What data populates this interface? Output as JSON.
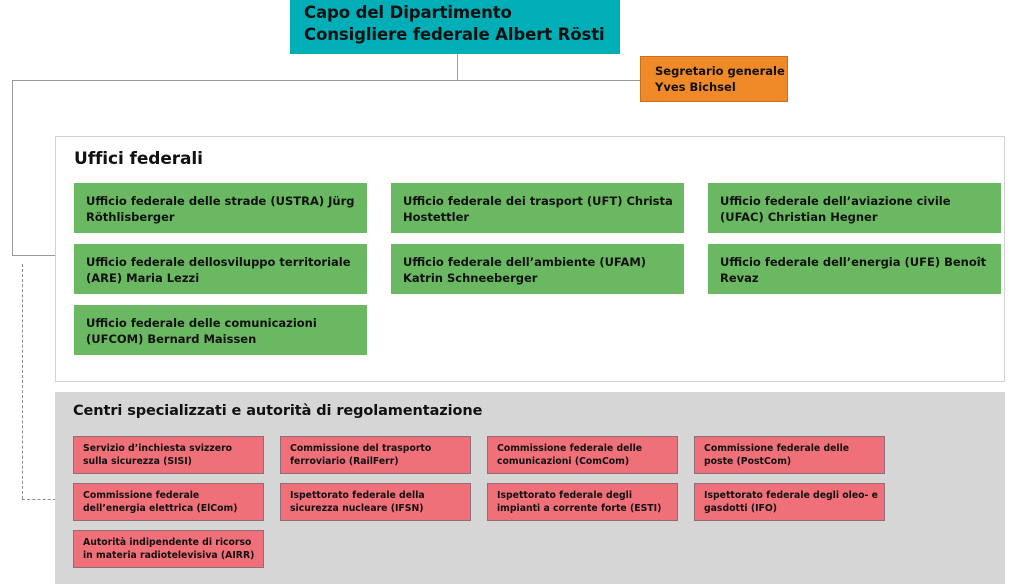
{
  "head": {
    "title": "Capo del Dipartimento Consigliere federale Albert Rösti",
    "color": "#00aeb8"
  },
  "secretary": {
    "title": "Segretario generale Yves Bichsel",
    "color": "#f08a28"
  },
  "offices_panel": {
    "title": "Uffici federali",
    "box_color": "#6ab962",
    "items": [
      {
        "label": "Ufficio federale delle strade (USTRA) Jürg Röthlisberger"
      },
      {
        "label": "Ufficio federale dei trasport (UFT) Christa Hostettler"
      },
      {
        "label": "Ufficio federale dell’aviazione civile (UFAC) Christian Hegner"
      },
      {
        "label": "Ufficio federale dellosviluppo territoriale (ARE) Maria Lezzi"
      },
      {
        "label": "Ufficio federale dell’ambiente (UFAM) Katrin Schneeberger"
      },
      {
        "label": "Ufficio federale dell’energia (UFE) Benoît Revaz"
      },
      {
        "label": "Ufficio federale delle comunicazioni (UFCOM) Bernard Maissen"
      }
    ]
  },
  "centres_panel": {
    "title": "Centri specializzati e autorità di regolamentazione",
    "panel_color": "#d6d6d6",
    "box_color": "#f0707a",
    "items": [
      {
        "label": "Servizio d’inchiesta svizzero sulla sicurezza (SISI)"
      },
      {
        "label": "Commissione del trasporto ferroviario (RailFerr)"
      },
      {
        "label": "Commissione federale delle comunicazioni (ComCom)"
      },
      {
        "label": "Commissione federale delle poste (PostCom)"
      },
      {
        "label": "Commissione federale dell’energia elettrica (ElCom)"
      },
      {
        "label": "Ispettorato federale della sicurezza nucleare (IFSN)"
      },
      {
        "label": "Ispettorato federale degli impianti a corrente forte (ESTI)"
      },
      {
        "label": "Ispettorato federale degli oleo- e gasdotti (IFO)"
      },
      {
        "label": "Autorità indipendente di ricorso in materia radiotelevisiva (AIRR)"
      }
    ]
  }
}
